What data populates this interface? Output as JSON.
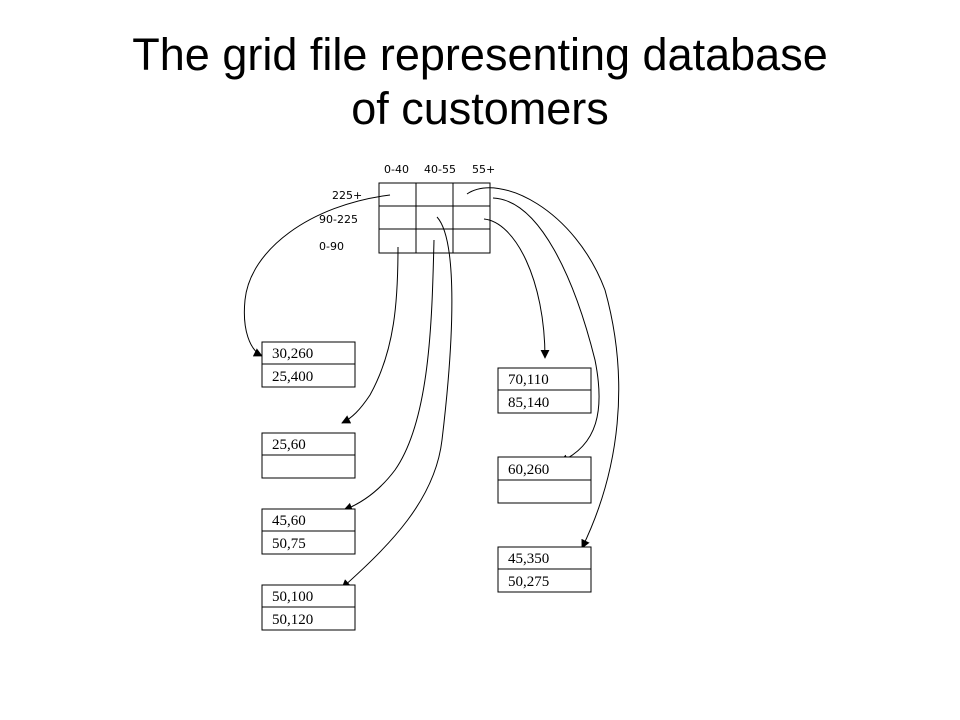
{
  "slide": {
    "title_line1": "The grid file representing database",
    "title_line2": "of customers"
  },
  "grid": {
    "column_labels": [
      "0-40",
      "40-55",
      "55+"
    ],
    "row_labels": [
      "225+",
      "90-225",
      "0-90"
    ]
  },
  "buckets": [
    {
      "records": [
        "30,260",
        "25,400"
      ]
    },
    {
      "records": [
        "25,60",
        ""
      ]
    },
    {
      "records": [
        "45,60",
        "50,75"
      ]
    },
    {
      "records": [
        "50,100",
        "50,120"
      ]
    },
    {
      "records": [
        "70,110",
        "85,140"
      ]
    },
    {
      "records": [
        "60,260",
        ""
      ]
    },
    {
      "records": [
        "45,350",
        "50,275"
      ]
    }
  ]
}
